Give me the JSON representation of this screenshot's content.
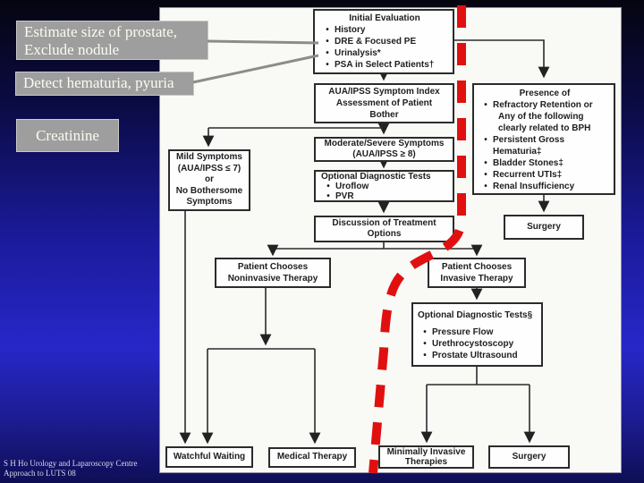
{
  "slide": {
    "footer_line1": "S H Ho Urology and Laparoscopy Centre",
    "footer_line2": "Approach to LUTS 08",
    "colors": {
      "background_blue": "#2727c9",
      "panel": "#f9f9f6",
      "callout_gray": "#9e9e9e",
      "red_dash": "#e01010",
      "box_border": "#2b2b2b"
    }
  },
  "callouts": {
    "estimate": "Estimate size of prostate, Exclude nodule",
    "detect": "Detect hematuria, pyuria",
    "creatinine": "Creatinine"
  },
  "flow": {
    "initial": {
      "title": "Initial Evaluation",
      "items": [
        "History",
        "DRE & Focused PE",
        "Urinalysis*",
        "PSA in Select Patients†"
      ]
    },
    "assessment": {
      "line1": "AUA/IPSS Symptom Index",
      "line2": "Assessment of Patient",
      "line3": "Bother"
    },
    "moderate": {
      "line1": "Moderate/Severe Symptoms",
      "line2": "(AUA/IPSS ≥ 8)"
    },
    "optional1": {
      "title": "Optional Diagnostic Tests",
      "items": [
        "Uroflow",
        "PVR"
      ]
    },
    "discussion": {
      "label": "Discussion of Treatment Options"
    },
    "mild": {
      "line1": "Mild Symptoms",
      "line2": "(AUA/IPSS ≤ 7)",
      "line3": "or",
      "line4": "No Bothersome Symptoms"
    },
    "presence": {
      "title": "Presence of",
      "bullet1": "Refractory Retention or",
      "cont1": "Any of the following",
      "cont2": "clearly related to BPH",
      "items": [
        "Persistent Gross Hematuria‡",
        "Bladder Stones‡",
        "Recurrent UTIs‡",
        "Renal Insufficiency"
      ]
    },
    "surgery_right": {
      "label": "Surgery"
    },
    "noninvasive": {
      "label": "Patient Chooses Noninvasive Therapy"
    },
    "invasive": {
      "label": "Patient Chooses Invasive Therapy"
    },
    "optional2": {
      "title": "Optional Diagnostic Tests§",
      "items": [
        "Pressure Flow",
        "Urethrocystoscopy",
        "Prostate Ultrasound"
      ]
    },
    "watchful": {
      "label": "Watchful Waiting"
    },
    "medical": {
      "label": "Medical Therapy"
    },
    "minimally": {
      "label": "Minimally Invasive Therapies"
    },
    "surgery_bottom": {
      "label": "Surgery"
    }
  }
}
